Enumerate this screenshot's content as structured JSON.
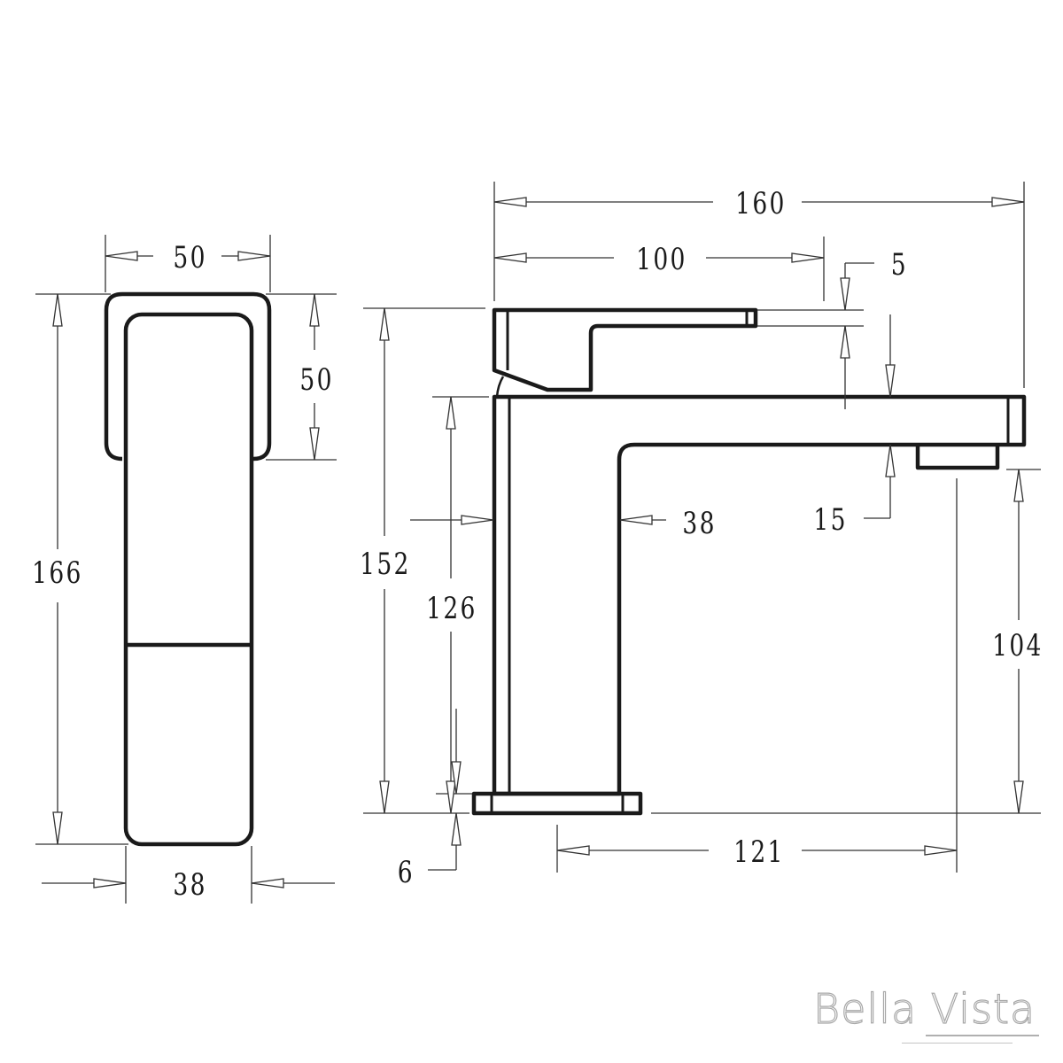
{
  "drawing": {
    "subject": "Basin mixer tap technical drawing",
    "units": "mm",
    "front_view": {
      "dimensions": {
        "handle_width": "50",
        "handle_height": "50",
        "overall_height": "166",
        "body_width": "38"
      }
    },
    "side_view": {
      "dimensions": {
        "overall_length": "160",
        "handle_length": "100",
        "handle_gap": "5",
        "overall_height": "152",
        "body_height": "126",
        "body_depth": "38",
        "spout_thickness": "15",
        "spout_clearance": "104",
        "base_plate": "6",
        "spout_reach": "121"
      }
    },
    "line_color": "#1a1a1a",
    "dim_line_color": "#333333"
  },
  "brand": {
    "name": "Bella Vista",
    "color": "#a8a8a8"
  }
}
